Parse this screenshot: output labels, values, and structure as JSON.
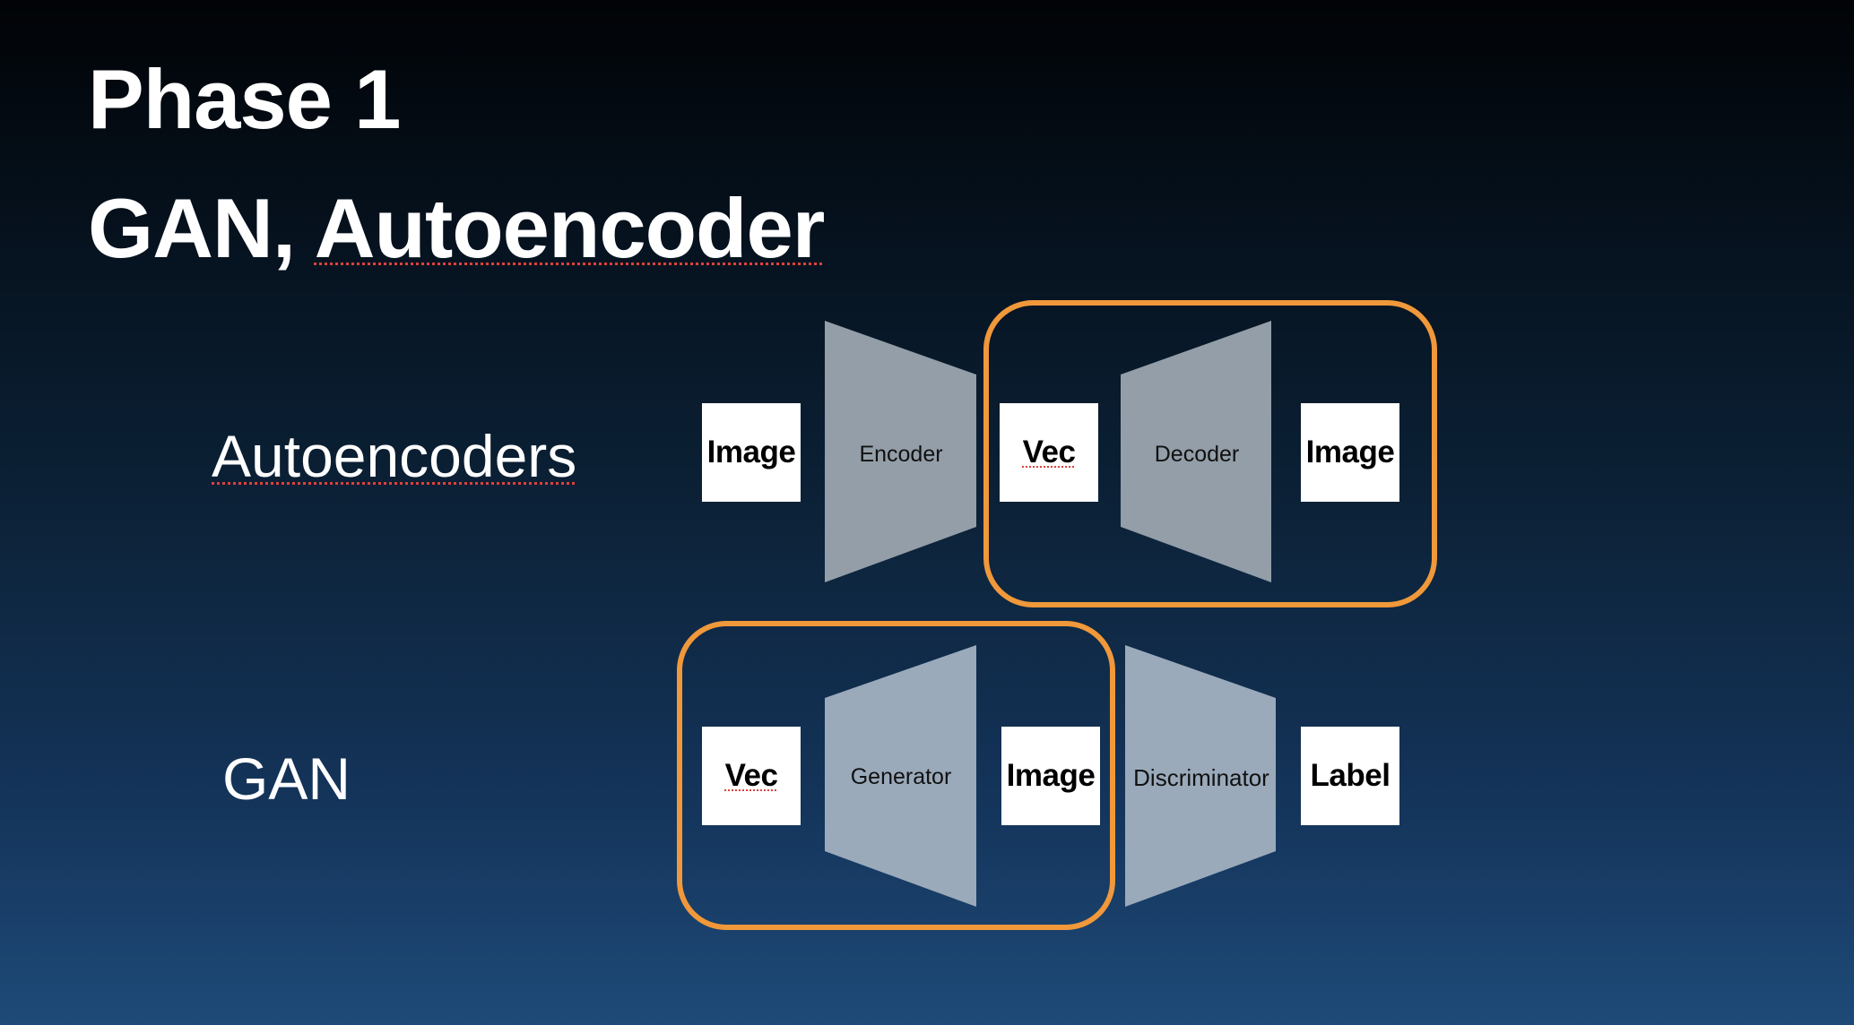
{
  "slide": {
    "title_line1": "Phase 1",
    "title_line2_prefix": "GAN, ",
    "title_line2_word": "Autoencoder"
  },
  "rows": {
    "autoencoder": {
      "label": "Autoencoders",
      "input_box": "Image",
      "encoder": "Encoder",
      "latent_box": "Vec",
      "decoder": "Decoder",
      "output_box": "Image",
      "highlight": "latent-decoder-output"
    },
    "gan": {
      "label": "GAN",
      "input_box": "Vec",
      "generator": "Generator",
      "generated_box": "Image",
      "discriminator": "Discriminator",
      "output_box": "Label",
      "highlight": "input-generator-generated"
    }
  },
  "colors": {
    "highlight_border": "#f0983a",
    "autoencoder_block": "#939ea8",
    "gan_block": "#9aaabb",
    "box_fill": "#ffffff",
    "spellcheck_underline": "#e0403a"
  }
}
